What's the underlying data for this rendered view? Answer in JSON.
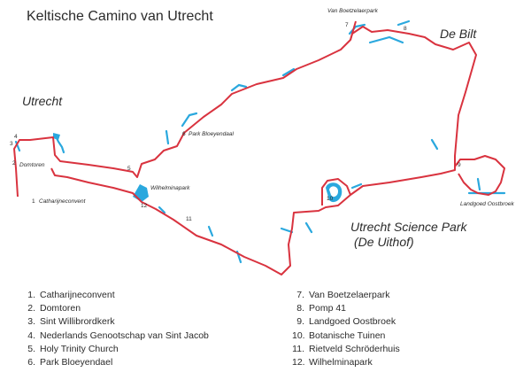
{
  "title": "Keltische Camino van Utrecht",
  "colors": {
    "route": "#d9333f",
    "water": "#2aa8de",
    "text": "#2b2b2b"
  },
  "places": {
    "utrecht": "Utrecht",
    "de_bilt": "De Bilt",
    "science_park": "Utrecht Science Park",
    "uithof": "(De Uithof)",
    "boetzelaerpark": "Van Boetzelaerpark",
    "bloeyendaal": "Park Bloeyendaal",
    "wilhelminapark": "Wilhelminapark",
    "domtoren": "Domtoren",
    "catharijneconvent": "Catharijneconvent",
    "oostbroek": "Landgoed Oostbroek"
  },
  "markers": [
    "1",
    "2",
    "3",
    "4",
    "5",
    "6",
    "7",
    "8",
    "9",
    "10",
    "11",
    "12"
  ],
  "legend_left": [
    {
      "num": "1.",
      "label": "Catharijneconvent"
    },
    {
      "num": "2.",
      "label": "Domtoren"
    },
    {
      "num": "3.",
      "label": "Sint Willibrordkerk"
    },
    {
      "num": "4.",
      "label": "Nederlands Genootschap van Sint Jacob"
    },
    {
      "num": "5.",
      "label": "Holy Trinity Church"
    },
    {
      "num": "6.",
      "label": "Park Bloeyendael"
    }
  ],
  "legend_right": [
    {
      "num": "7.",
      "label": "Van Boetzelaerpark"
    },
    {
      "num": "8.",
      "label": "Pomp 41"
    },
    {
      "num": "9.",
      "label": "Landgoed Oostbroek"
    },
    {
      "num": "10.",
      "label": "Botanische Tuinen"
    },
    {
      "num": "11.",
      "label": "Rietveld Schröderhuis"
    },
    {
      "num": "12.",
      "label": "Wilhelminapark"
    }
  ]
}
